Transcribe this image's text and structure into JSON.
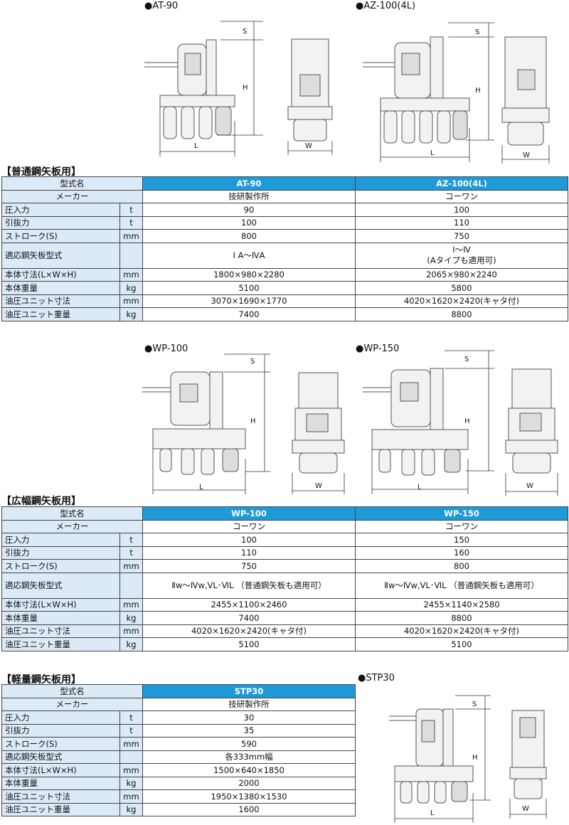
{
  "figures": {
    "at90": "●AT-90",
    "az100": "●AZ-100(4L)",
    "wp100": "●WP-100",
    "wp150": "●WP-150",
    "stp30": "●STP30"
  },
  "dim_labels": {
    "s": "S",
    "h": "H",
    "l": "L",
    "w": "W"
  },
  "sections": [
    {
      "title": "【普通鋼矢板用】",
      "model_label": "型式名",
      "maker_label": "メーカー",
      "models": [
        "AT-90",
        "AZ-100(4L)"
      ],
      "makers": [
        "技研製作所",
        "コーワン"
      ],
      "rows": [
        {
          "label": "圧入力",
          "unit": "t",
          "values": [
            "90",
            "100"
          ]
        },
        {
          "label": "引抜力",
          "unit": "t",
          "values": [
            "100",
            "110"
          ]
        },
        {
          "label": "ストローク(S)",
          "unit": "mm",
          "values": [
            "800",
            "750"
          ]
        },
        {
          "label": "適応鋼矢板型式",
          "unit": "",
          "values": [
            "Ⅰ A〜ⅣA",
            "Ⅰ〜Ⅳ"
          ],
          "values2": [
            "",
            "(Aタイプも適用可)"
          ]
        },
        {
          "label": "本体寸法(L×W×H)",
          "unit": "mm",
          "values": [
            "1800×980×2280",
            "2065×980×2240"
          ]
        },
        {
          "label": "本体重量",
          "unit": "kg",
          "values": [
            "5100",
            "5800"
          ]
        },
        {
          "label": "油圧ユニット寸法",
          "unit": "mm",
          "values": [
            "3070×1690×1770",
            "4020×1620×2420(キャタ付)"
          ]
        },
        {
          "label": "油圧ユニット重量",
          "unit": "kg",
          "values": [
            "7400",
            "8800"
          ]
        }
      ]
    },
    {
      "title": "【広幅鋼矢板用】",
      "model_label": "型式名",
      "maker_label": "メーカー",
      "models": [
        "WP-100",
        "WP-150"
      ],
      "makers": [
        "コーワン",
        "コーワン"
      ],
      "rows": [
        {
          "label": "圧入力",
          "unit": "t",
          "values": [
            "100",
            "150"
          ]
        },
        {
          "label": "引抜力",
          "unit": "t",
          "values": [
            "110",
            "160"
          ]
        },
        {
          "label": "ストローク(S)",
          "unit": "mm",
          "values": [
            "750",
            "800"
          ]
        },
        {
          "label": "適応鋼矢板型式",
          "unit": "",
          "values": [
            "Ⅱw〜Ⅳw,ⅤL･ⅥL （普通鋼矢板も適用可）",
            "Ⅱw〜Ⅳw,ⅤL･ⅥL （普通鋼矢板も適用可）"
          ]
        },
        {
          "label": "本体寸法(L×W×H)",
          "unit": "mm",
          "values": [
            "2455×1100×2460",
            "2455×1140×2580"
          ]
        },
        {
          "label": "本体重量",
          "unit": "kg",
          "values": [
            "7400",
            "8800"
          ]
        },
        {
          "label": "油圧ユニット寸法",
          "unit": "mm",
          "values": [
            "4020×1620×2420(キャタ付)",
            "4020×1620×2420(キャタ付)"
          ]
        },
        {
          "label": "油圧ユニット重量",
          "unit": "kg",
          "values": [
            "5100",
            "5100"
          ]
        }
      ]
    },
    {
      "title": "【軽量鋼矢板用】",
      "model_label": "型式名",
      "maker_label": "メーカー",
      "models": [
        "STP30"
      ],
      "makers": [
        "技研製作所"
      ],
      "rows": [
        {
          "label": "圧入力",
          "unit": "t",
          "values": [
            "30"
          ]
        },
        {
          "label": "引抜力",
          "unit": "t",
          "values": [
            "35"
          ]
        },
        {
          "label": "ストローク(S)",
          "unit": "mm",
          "values": [
            "590"
          ]
        },
        {
          "label": "適応鋼矢板型式",
          "unit": "",
          "values": [
            "各333mm幅"
          ]
        },
        {
          "label": "本体寸法(L×W×H)",
          "unit": "mm",
          "values": [
            "1500×640×1850"
          ]
        },
        {
          "label": "本体重量",
          "unit": "kg",
          "values": [
            "2000"
          ]
        },
        {
          "label": "油圧ユニット寸法",
          "unit": "mm",
          "values": [
            "1950×1380×1530"
          ]
        },
        {
          "label": "油圧ユニット重量",
          "unit": "kg",
          "values": [
            "1600"
          ]
        }
      ]
    }
  ]
}
